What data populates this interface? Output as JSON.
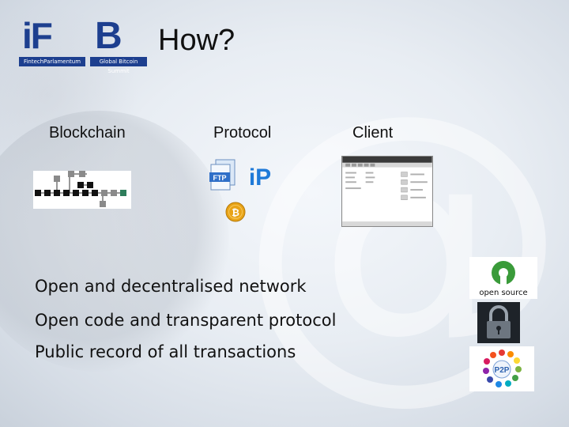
{
  "slide": {
    "title": "How?",
    "logo": {
      "letters": "iF",
      "symbol": "B",
      "sub_left": "FintechParlamentum",
      "sub_right": "Global Bitcoin Summit"
    },
    "columns": [
      {
        "label": "Blockchain"
      },
      {
        "label": "Protocol"
      },
      {
        "label": "Client"
      }
    ],
    "protocol_icons": [
      {
        "icon": "ftp-icon",
        "text": "FTP"
      },
      {
        "icon": "ip-icon",
        "text": "iP"
      },
      {
        "icon": "bitcoin-coin-icon",
        "text": "₿"
      }
    ],
    "bullets": [
      "Open and decentralised network",
      "Open code and transparent protocol",
      "Public record of all transactions"
    ],
    "side_images": [
      {
        "icon": "open-source-logo",
        "text": "open source"
      },
      {
        "icon": "padlock-icon"
      },
      {
        "icon": "p2p-network-icon",
        "text": "P2P"
      }
    ],
    "colors": {
      "logo_blue": "#1d3f8f",
      "bitcoin_orange": "#e8a317",
      "open_source_green": "#3a9b3a"
    }
  }
}
